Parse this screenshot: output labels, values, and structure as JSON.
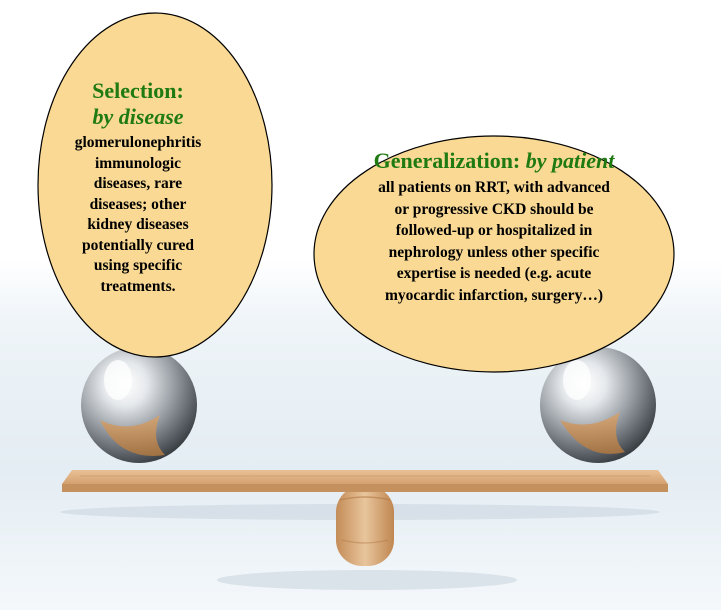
{
  "left_bubble": {
    "heading": "Selection:",
    "subheading": "by disease",
    "lines": [
      "glomerulonephritis",
      "immunologic",
      "diseases, rare",
      "diseases; other",
      "kidney diseases",
      "potentially cured",
      "using specific",
      "treatments."
    ]
  },
  "right_bubble": {
    "heading": "Generalization:",
    "subheading": "by patient",
    "lines": [
      "all patients on RRT, with advanced",
      "or progressive CKD should be",
      "followed-up or hospitalized in",
      "nephrology unless other specific",
      "expertise is needed (e.g. acute",
      "myocardic infarction, surgery…)"
    ]
  },
  "colors": {
    "bubble_fill": "#f9d994",
    "bubble_stroke": "#000000",
    "heading_green": "#1f7a12",
    "wood": "#dcae80"
  }
}
